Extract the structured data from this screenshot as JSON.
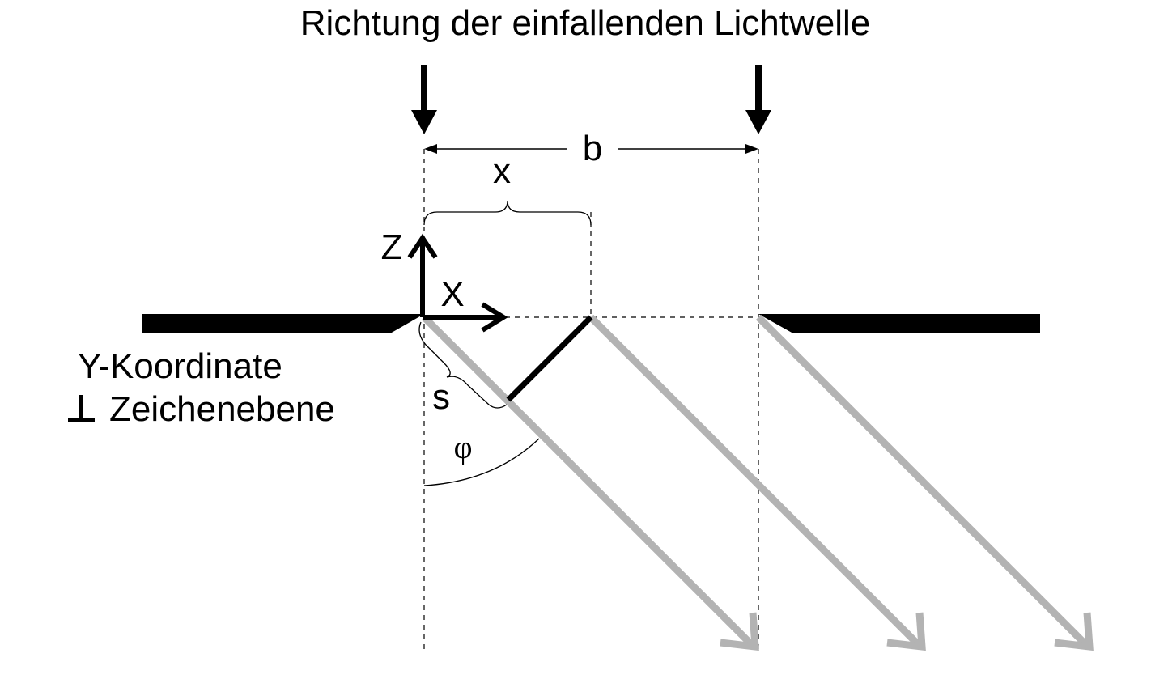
{
  "labels": {
    "title": "Richtung der einfallenden Lichtwelle",
    "b": "b",
    "x_distance": "x",
    "z_axis": "Z",
    "x_axis": "X",
    "y_line1": "Y-Koordinate",
    "y_line2": "Zeichenebene",
    "s": "s",
    "phi": "φ"
  },
  "colors": {
    "ink": "#000000",
    "diffracted_rays": "#b3b3b3",
    "background": "#ffffff"
  },
  "icons": {
    "perpendicular": "perpendicular-symbol-icon"
  }
}
